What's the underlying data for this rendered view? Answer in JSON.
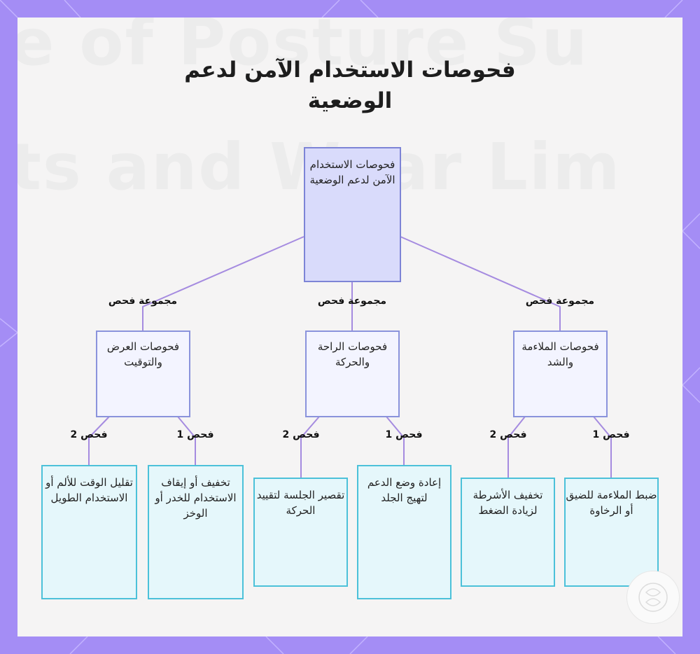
{
  "title": "فحوصات الاستخدام الآمن لدعم الوضعية",
  "background_text": [
    "e of Posture Su",
    "ts and Wear Lim"
  ],
  "colors": {
    "frame": "#a48df5",
    "root_fill": "#d9dbfb",
    "group_fill": "#f3f4ff",
    "leaf_fill": "#e5f7fb",
    "leaf_border": "#4cc1d9",
    "link": "#a58be0"
  },
  "root": {
    "label": "فحوصات الاستخدام الآمن لدعم الوضعية"
  },
  "groups": [
    {
      "edge_label": "مجموعة فحص",
      "label": "فحوصات الملاءمة والشد",
      "checks": [
        {
          "edge_label": "فحص 1",
          "label": "ضبط الملاءمة للضيق أو الرخاوة"
        },
        {
          "edge_label": "فحص 2",
          "label": "تخفيف الأشرطة لزيادة الضغط"
        }
      ]
    },
    {
      "edge_label": "مجموعة فحص",
      "label": "فحوصات الراحة والحركة",
      "checks": [
        {
          "edge_label": "فحص 1",
          "label": "إعادة وضع الدعم لتهيج الجلد"
        },
        {
          "edge_label": "فحص 2",
          "label": "تقصير الجلسة لتقييد الحركة"
        }
      ]
    },
    {
      "edge_label": "مجموعة فحص",
      "label": "فحوصات العرض والتوقيت",
      "checks": [
        {
          "edge_label": "فحص 1",
          "label": "تخفيف أو إيقاف الاستخدام للخدر أو الوخز"
        },
        {
          "edge_label": "فحص 2",
          "label": "تقليل الوقت للألم أو الاستخدام الطويل"
        }
      ]
    }
  ]
}
